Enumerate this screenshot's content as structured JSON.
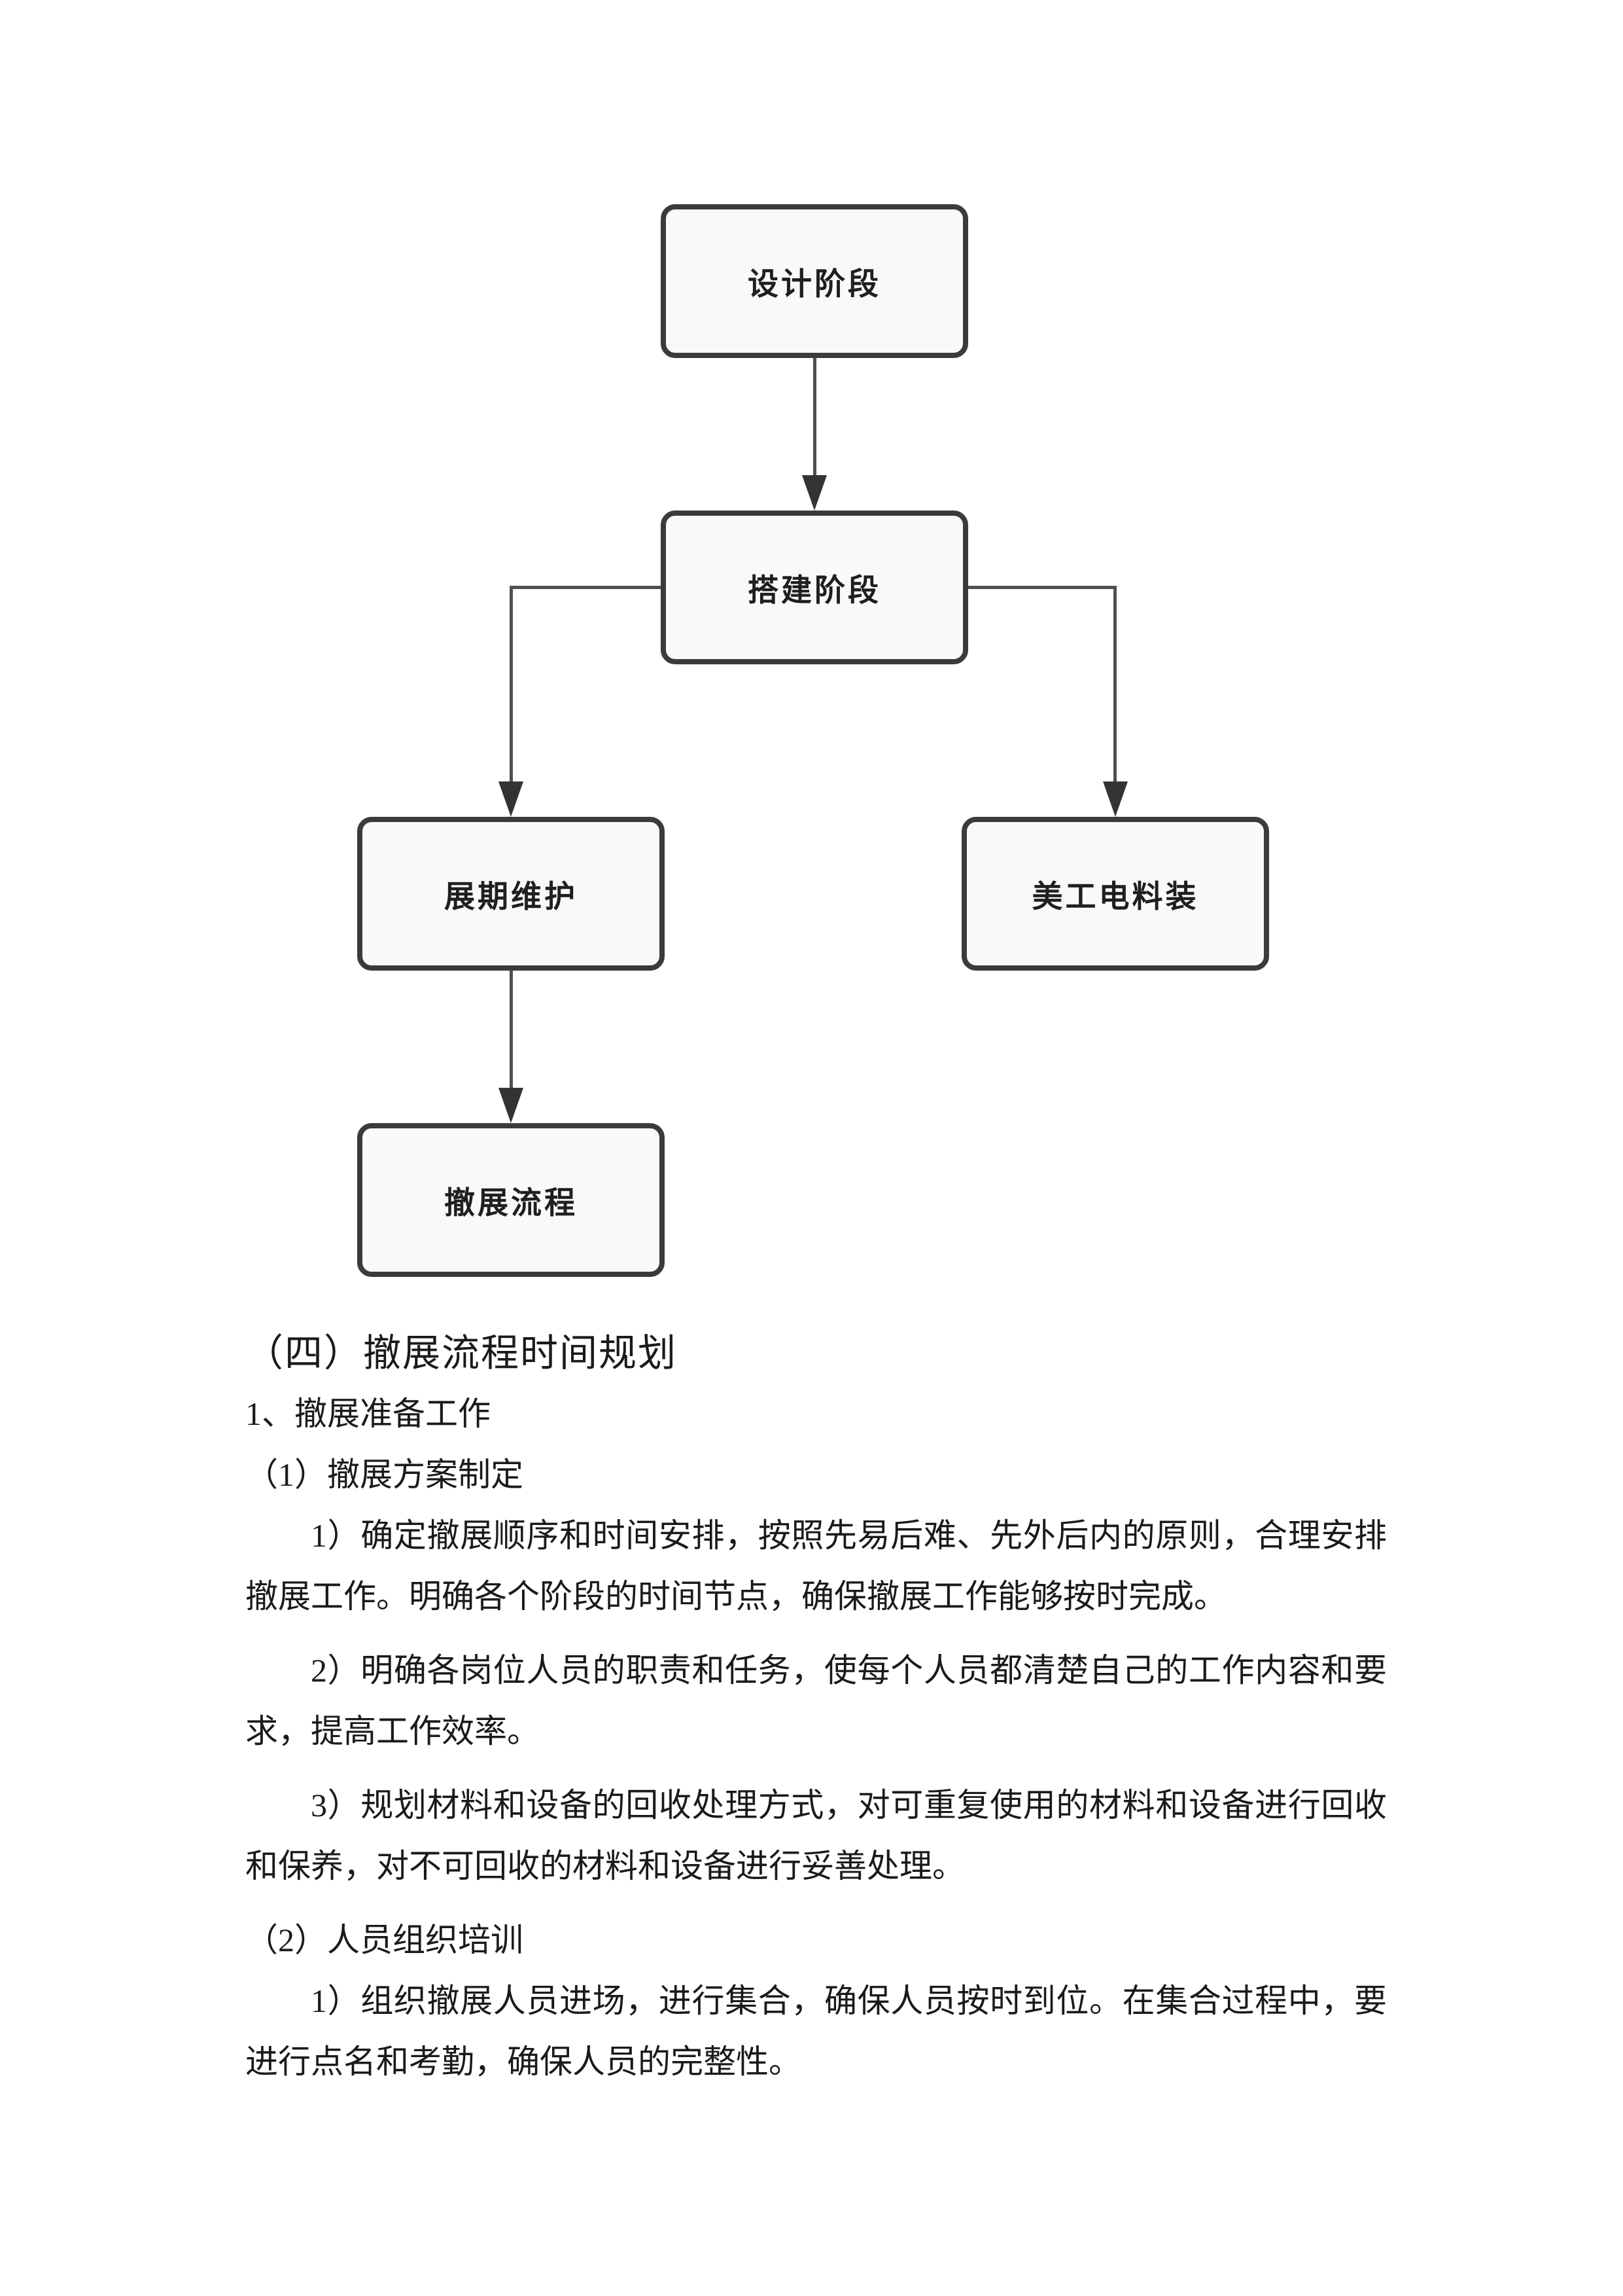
{
  "flowchart": {
    "nodes": [
      {
        "label": "设计阶段"
      },
      {
        "label": "搭建阶段"
      },
      {
        "label": "展期维护"
      },
      {
        "label": "美工电料装"
      },
      {
        "label": "撤展流程"
      }
    ],
    "style": {
      "node_fill": "#f9f9f7",
      "node_border": "#3b3b3b",
      "connector_color": "#4f4f4f",
      "arrow_color": "#333333"
    }
  },
  "document": {
    "heading": "（四）撤展流程时间规划",
    "text_color": "#1a1a1a",
    "paragraphs": [
      {
        "text": "1、撤展准备工作",
        "indent": false,
        "spaced": false
      },
      {
        "text": "（1）撤展方案制定",
        "indent": false,
        "spaced": false
      },
      {
        "text": "1）确定撤展顺序和时间安排，按照先易后难、先外后内的原则，合理安排撤展工作。明确各个阶段的时间节点，确保撤展工作能够按时完成。",
        "indent": true,
        "spaced": false
      },
      {
        "text": "2）明确各岗位人员的职责和任务，使每个人员都清楚自己的工作内容和要求，提高工作效率。",
        "indent": true,
        "spaced": true
      },
      {
        "text": "3）规划材料和设备的回收处理方式，对可重复使用的材料和设备进行回收和保养，对不可回收的材料和设备进行妥善处理。",
        "indent": true,
        "spaced": true
      },
      {
        "text": "（2）人员组织培训",
        "indent": false,
        "spaced": true
      },
      {
        "text": "1）组织撤展人员进场，进行集合，确保人员按时到位。在集合过程中，要进行点名和考勤，确保人员的完整性。",
        "indent": true,
        "spaced": false
      }
    ]
  }
}
